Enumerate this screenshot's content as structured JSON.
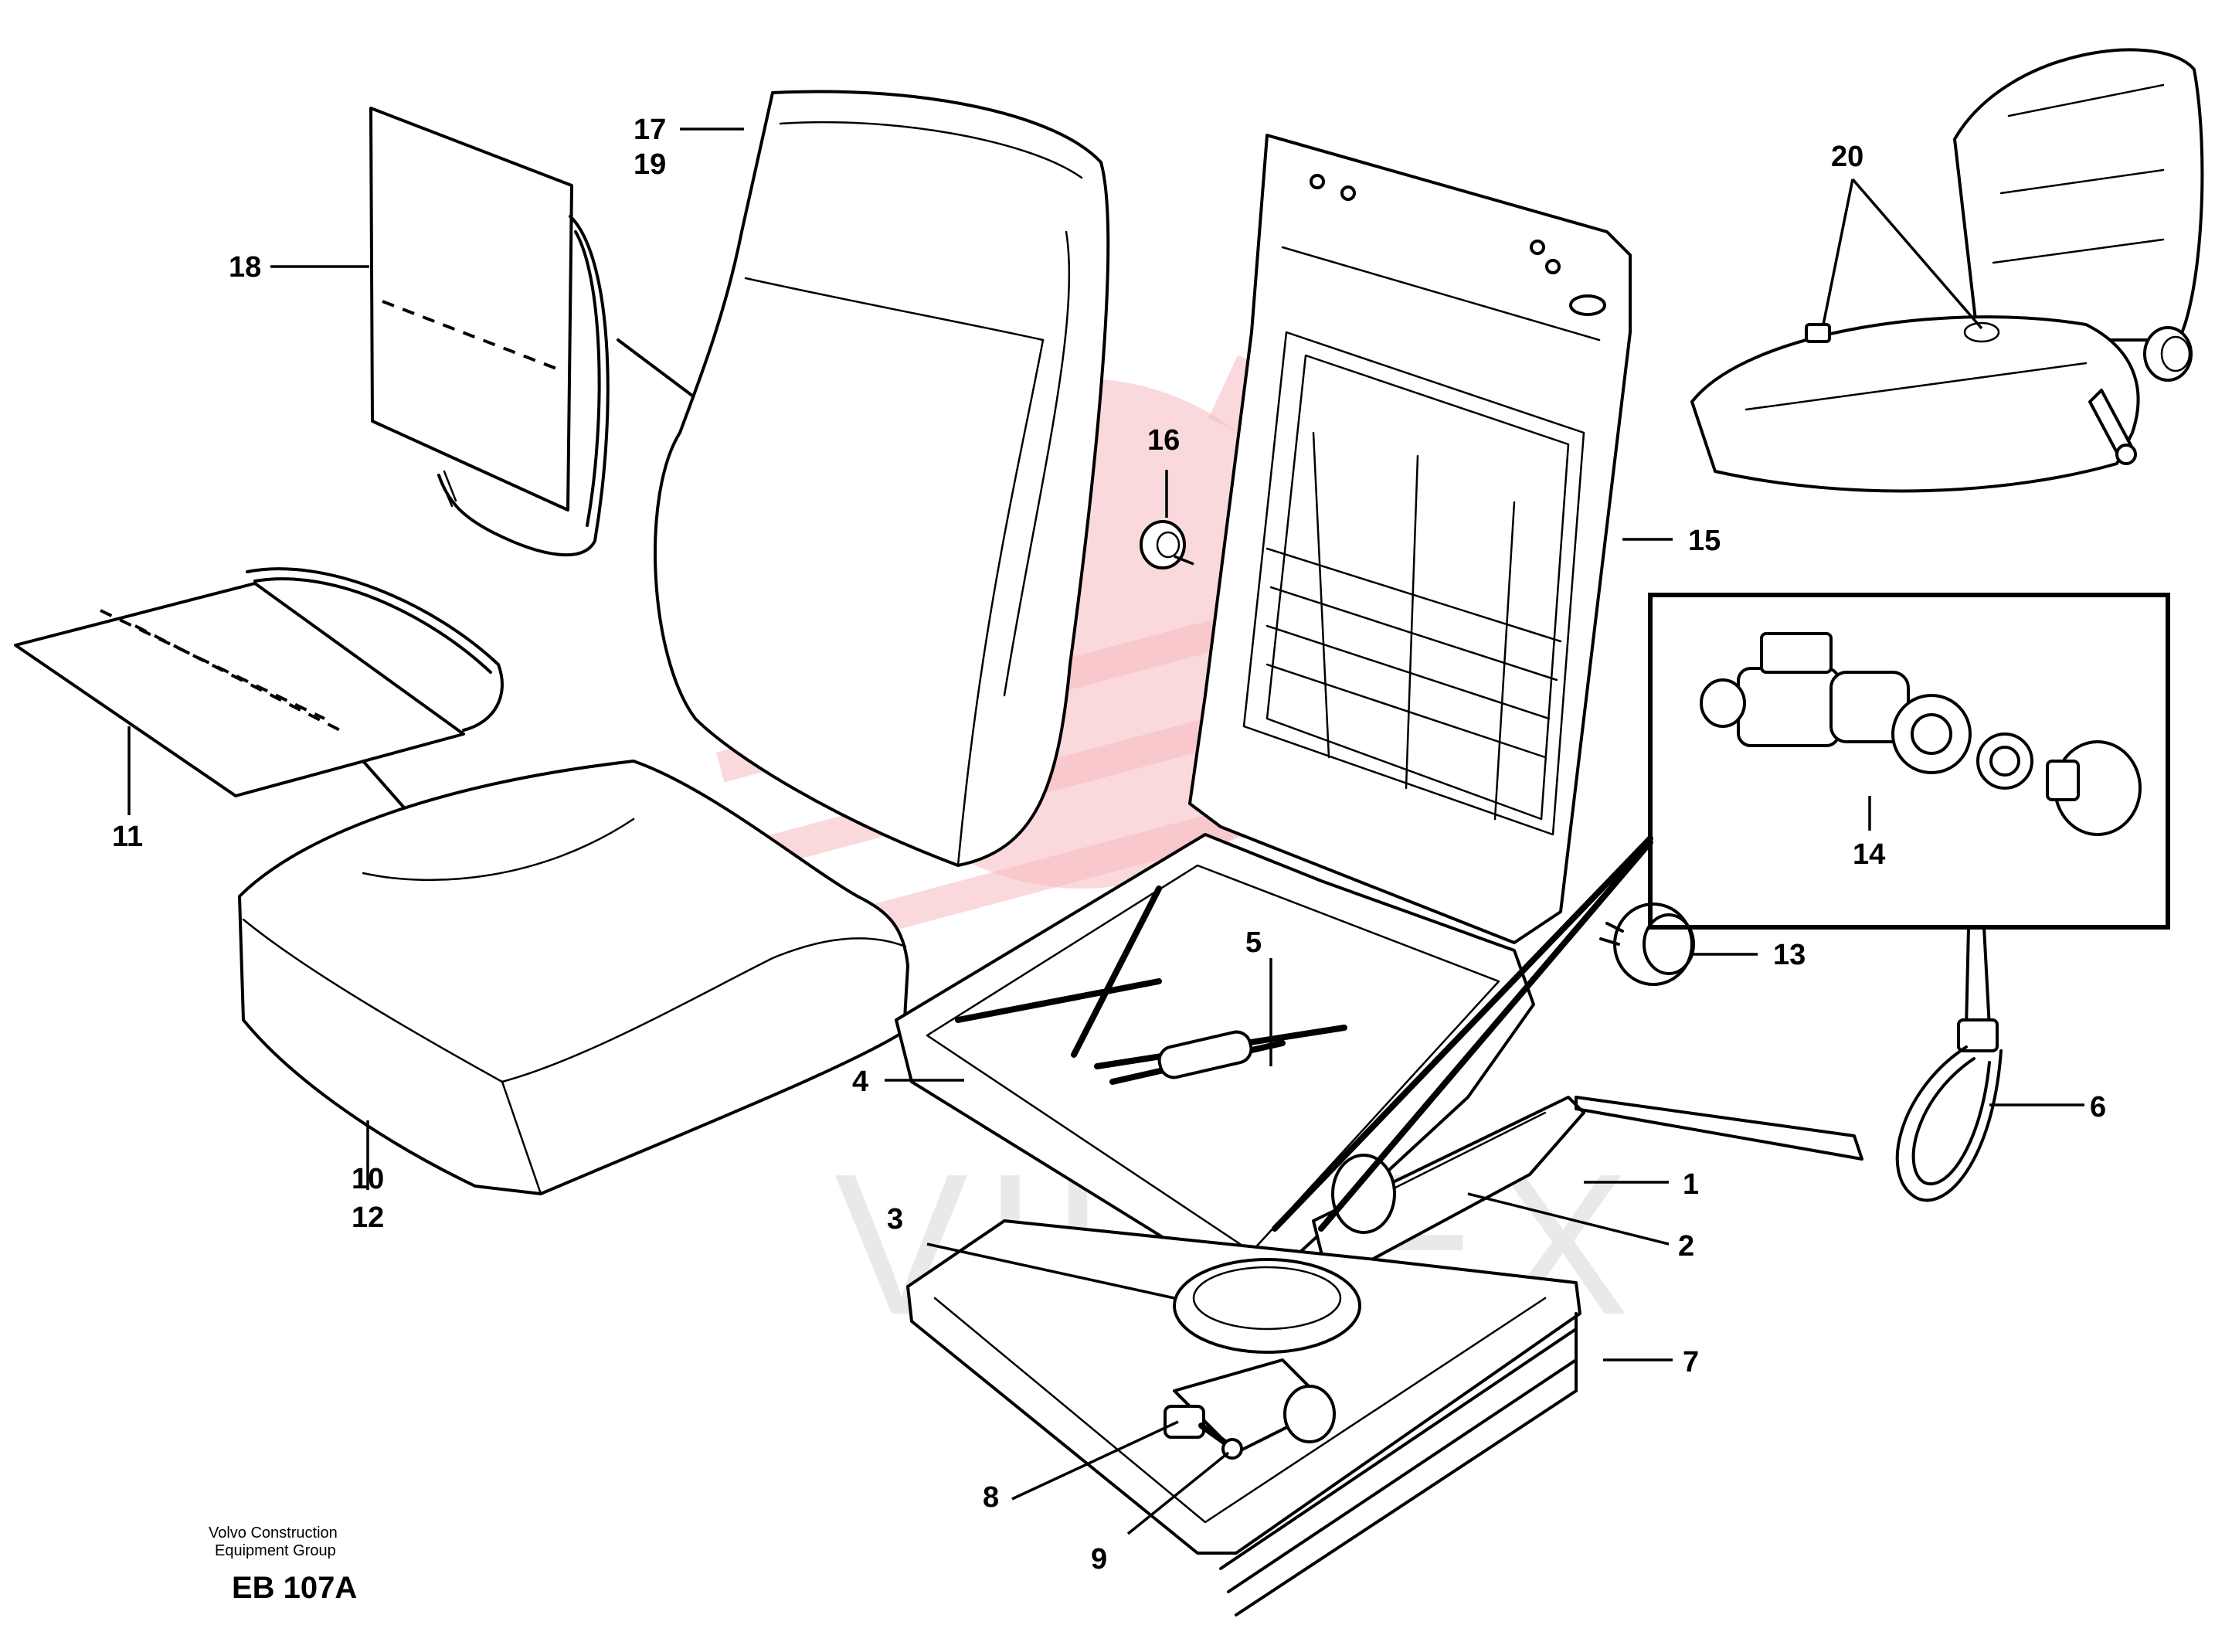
{
  "callouts": [
    {
      "id": "c1",
      "text": "1"
    },
    {
      "id": "c2",
      "text": "2"
    },
    {
      "id": "c3",
      "text": "3"
    },
    {
      "id": "c4",
      "text": "4"
    },
    {
      "id": "c5",
      "text": "5"
    },
    {
      "id": "c6",
      "text": "6"
    },
    {
      "id": "c7",
      "text": "7"
    },
    {
      "id": "c8",
      "text": "8"
    },
    {
      "id": "c9",
      "text": "9"
    },
    {
      "id": "c10",
      "text": "10"
    },
    {
      "id": "c12",
      "text": "12"
    },
    {
      "id": "c11",
      "text": "11"
    },
    {
      "id": "c13",
      "text": "13"
    },
    {
      "id": "c14",
      "text": "14"
    },
    {
      "id": "c15",
      "text": "15"
    },
    {
      "id": "c16",
      "text": "16"
    },
    {
      "id": "c17",
      "text": "17"
    },
    {
      "id": "c19",
      "text": "19"
    },
    {
      "id": "c18",
      "text": "18"
    },
    {
      "id": "c20",
      "text": "20"
    }
  ],
  "footer": {
    "company_line1": "Volvo Construction",
    "company_line2": "Equipment Group",
    "code": "EB 107A"
  },
  "watermark": {
    "text": "VIHTEX",
    "logo_color": "#f6b9c0"
  }
}
